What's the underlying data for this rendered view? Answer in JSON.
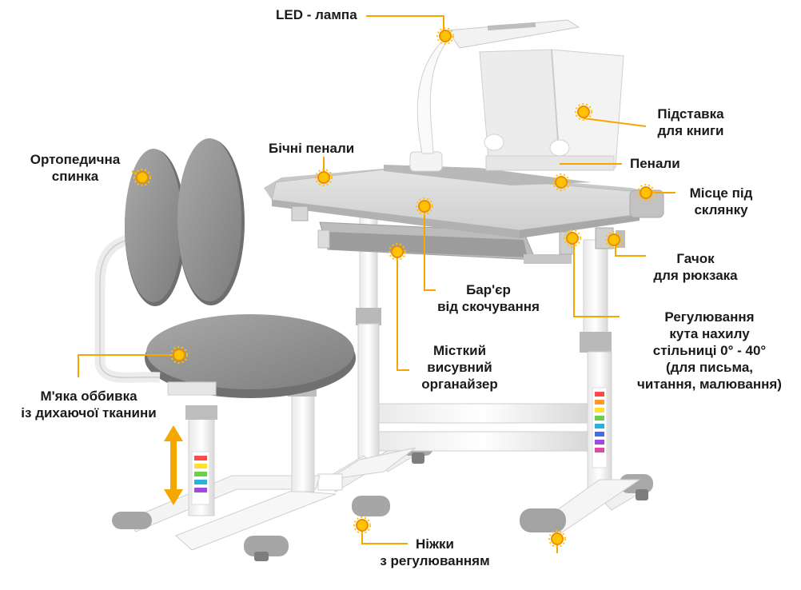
{
  "colors": {
    "accent": "#f5a700",
    "marker_fill": "#ffc400",
    "gray_upholstery": "#8e8e8e",
    "frame_white": "#f2f2f2",
    "plastic_gray": "#bdbdbd"
  },
  "labels": {
    "led_lamp": [
      "LED - лампа"
    ],
    "book_stand": [
      "Підставка",
      "для книги"
    ],
    "side_pencil_cases": [
      "Бічні пенали"
    ],
    "pencil_cases": [
      "Пенали"
    ],
    "cup_holder": [
      "Місце під",
      "склянку"
    ],
    "ortho_back": [
      "Ортопедична",
      "спинка"
    ],
    "backpack_hook": [
      "Гачок",
      "для рюкзака"
    ],
    "anti_roll_barrier": [
      "Бар'єр",
      "від скочування"
    ],
    "tilt_adjust": [
      "Регулювання",
      "кута нахилу",
      "стільниці 0° - 40°",
      "(для письма,",
      "читання, малювання)"
    ],
    "organizer": [
      "Місткий",
      "висувний",
      "органайзер"
    ],
    "soft_upholstery": [
      "М'яка оббивка",
      "із дихаючої тканини"
    ],
    "adjustable_legs": [
      "Ніжки",
      "з регулюванням"
    ]
  }
}
